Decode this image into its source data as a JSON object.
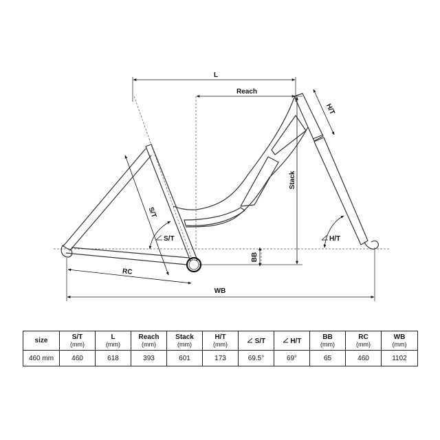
{
  "diagram": {
    "labels": {
      "l": "L",
      "reach": "Reach",
      "ht": "H/T",
      "stack": "Stack",
      "st": "S/T",
      "st_angle": "S/T",
      "ht_angle": "H/T",
      "bb": "BB",
      "rc": "RC",
      "wb": "WB"
    },
    "angle_icon": "angle-icon"
  },
  "table": {
    "headers": [
      {
        "label": "size",
        "unit": ""
      },
      {
        "label": "S/T",
        "unit": "(mm)"
      },
      {
        "label": "L",
        "unit": "(mm)"
      },
      {
        "label": "Reach",
        "unit": "(mm)"
      },
      {
        "label": "Stack",
        "unit": "(mm)"
      },
      {
        "label": "H/T",
        "unit": "(mm)"
      },
      {
        "label": "S/T",
        "unit": "",
        "icon": "angle-icon"
      },
      {
        "label": "H/T",
        "unit": "",
        "icon": "angle-icon"
      },
      {
        "label": "BB",
        "unit": "(mm)"
      },
      {
        "label": "RC",
        "unit": "(mm)"
      },
      {
        "label": "WB",
        "unit": "(mm)"
      }
    ],
    "rows": [
      [
        "460 mm",
        "460",
        "618",
        "393",
        "601",
        "173",
        "69.5°",
        "69°",
        "65",
        "460",
        "1102"
      ]
    ]
  }
}
